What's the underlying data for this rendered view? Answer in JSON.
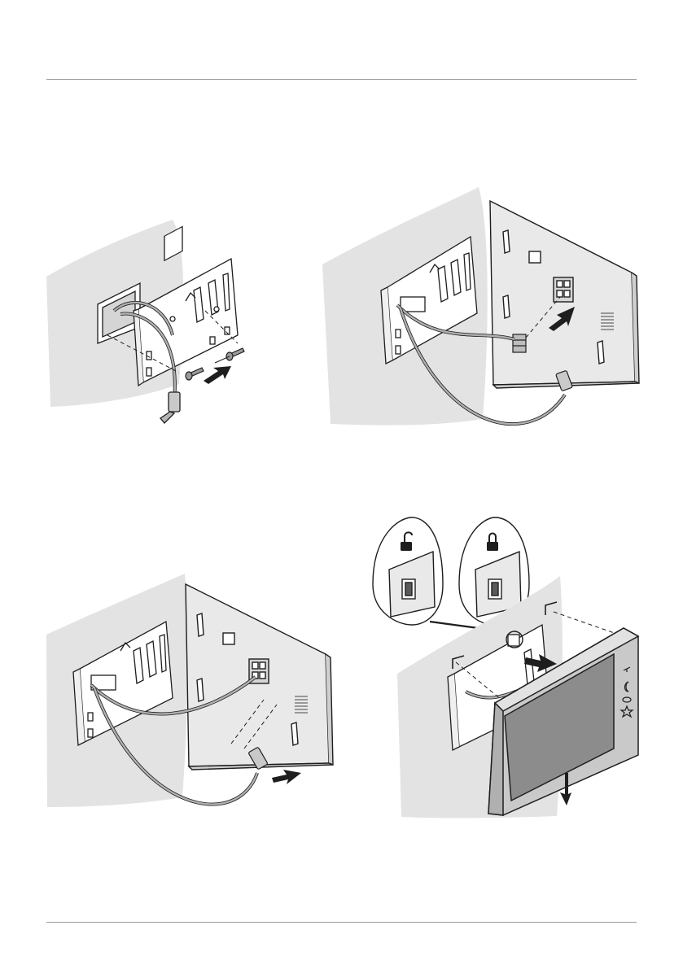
{
  "document": {
    "type": "installation-manual-page",
    "steps": [
      {
        "id": 1,
        "description": "mount-bracket-to-wall-box",
        "screws": 2
      },
      {
        "id": 2,
        "description": "connect-bus-terminal-block"
      },
      {
        "id": 3,
        "description": "connect-power-jack"
      },
      {
        "id": 4,
        "description": "hook-monitor-onto-bracket"
      }
    ],
    "lock_states": [
      "unlocked",
      "locked"
    ],
    "monitor_icons": [
      "key-icon",
      "moon-icon",
      "eye-icon",
      "star-icon"
    ]
  },
  "colors": {
    "wall": "#e3e3e3",
    "line": "#1e1e1e",
    "device_face": "#e9e9e9",
    "screen": "#8c8c8c",
    "cable": "#b0b0b0",
    "rule": "#9a9a9a"
  }
}
